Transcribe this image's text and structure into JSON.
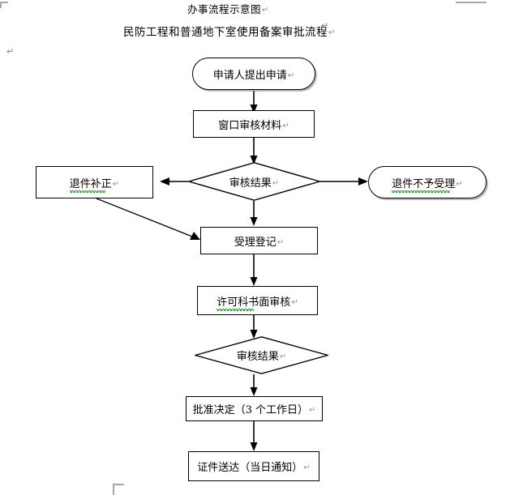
{
  "document": {
    "title_line_1": "办事流程示意图",
    "title_line_2": "民防工程和普通地下室使用备案审批流程",
    "paragraph_mark": "↵"
  },
  "flowchart": {
    "type": "process-flow-diagram",
    "nodes": [
      {
        "id": "apply",
        "shape": "stadium",
        "label": "申请人提出申请"
      },
      {
        "id": "window-check",
        "shape": "rect",
        "label": "窗口审核材料"
      },
      {
        "id": "decision-1",
        "shape": "diamond",
        "label": "审核结果"
      },
      {
        "id": "return-fix",
        "shape": "rect",
        "label": "退件补正"
      },
      {
        "id": "return-deny",
        "shape": "stadium",
        "label": "退件不予受理"
      },
      {
        "id": "register",
        "shape": "rect",
        "label": "受理登记"
      },
      {
        "id": "paper-review",
        "shape": "rect",
        "label": "许可科书面审核"
      },
      {
        "id": "decision-2",
        "shape": "diamond",
        "label": "审核结果"
      },
      {
        "id": "approve",
        "shape": "rect",
        "label_prefix": "批准决定（",
        "label_number": "3",
        "label_suffix": " 个工作日）"
      },
      {
        "id": "deliver",
        "shape": "rect",
        "label": "证件送达（当日通知）"
      }
    ],
    "edges": [
      {
        "from": "apply",
        "to": "window-check",
        "direction": "down"
      },
      {
        "from": "window-check",
        "to": "decision-1",
        "direction": "down"
      },
      {
        "from": "decision-1",
        "to": "return-fix",
        "direction": "left"
      },
      {
        "from": "decision-1",
        "to": "return-deny",
        "direction": "right"
      },
      {
        "from": "decision-1",
        "to": "register",
        "direction": "down"
      },
      {
        "from": "return-fix",
        "to": "register",
        "direction": "diagonal"
      },
      {
        "from": "register",
        "to": "paper-review",
        "direction": "down"
      },
      {
        "from": "paper-review",
        "to": "decision-2",
        "direction": "down"
      },
      {
        "from": "decision-2",
        "to": "approve",
        "direction": "down"
      },
      {
        "from": "approve",
        "to": "deliver",
        "direction": "down"
      }
    ]
  },
  "colors": {
    "ink": "#000000",
    "shape_fill": "#ffffff",
    "spellcheck_underline": "#18a018",
    "paragraph_mark": "#909090",
    "crop_mark": "#a6a6a6"
  }
}
